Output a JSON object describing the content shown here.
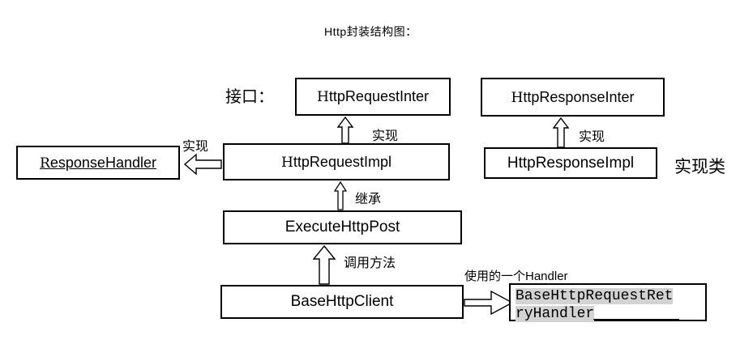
{
  "title": "Http封装结构图：",
  "annotations": {
    "interface_label": "接口：",
    "impl_class_label": "实现类",
    "handler_usage_label": "使用的一个Handler"
  },
  "edges": {
    "request_implements": "实现",
    "response_implements": "实现",
    "handler_implements": "实现",
    "inherits": "继承",
    "calls_method": "调用方法"
  },
  "nodes": {
    "http_request_inter": "HttpRequestInter",
    "http_response_inter": "HttpResponseInter",
    "response_handler": "ResponseHandler",
    "http_request_impl": "HttpRequestImpl",
    "http_response_impl": "HttpResponseImpl",
    "execute_http_post": "ExecuteHttpPost",
    "base_http_client": "BaseHttpClient",
    "base_http_request_retry_handler": "BaseHttpRequestRetryHandler"
  },
  "colors": {
    "background": "#ffffff",
    "border": "#000000",
    "text": "#000000",
    "selection_highlight": "#d3d3d3"
  }
}
